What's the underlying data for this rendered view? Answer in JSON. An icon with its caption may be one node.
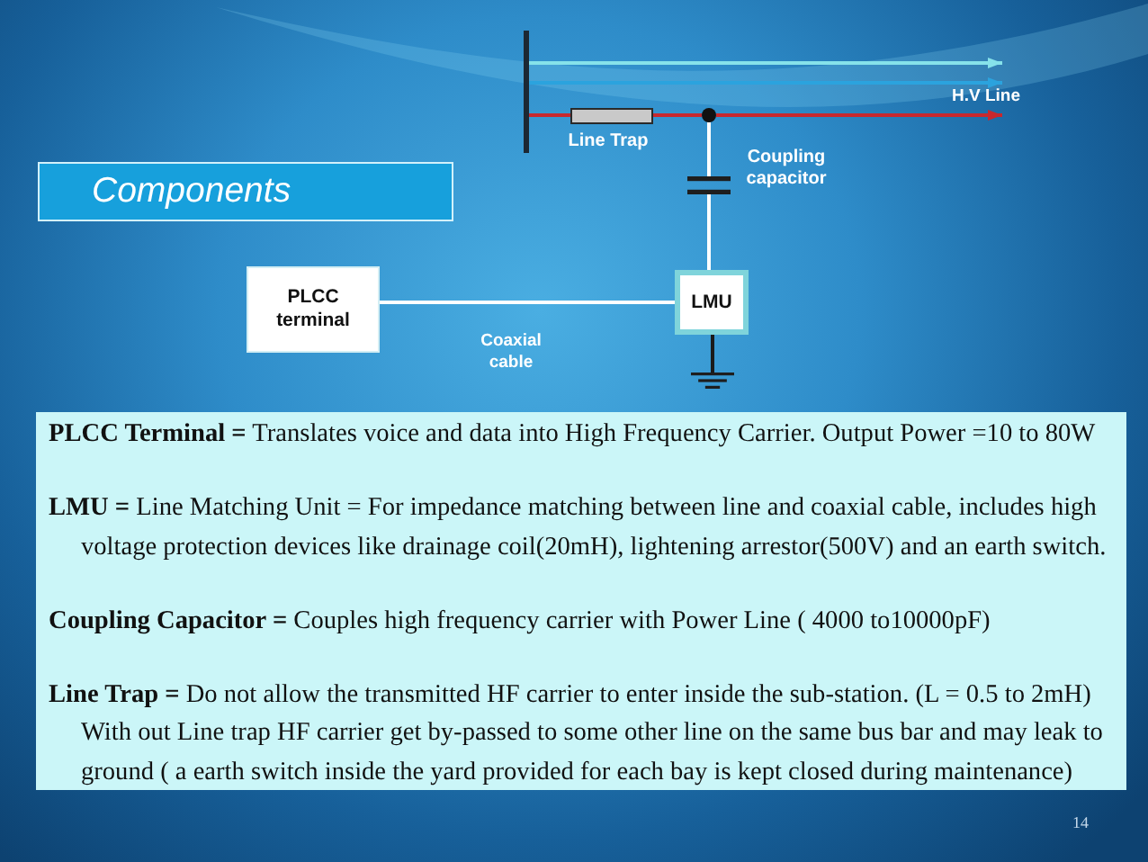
{
  "diagram": {
    "title": "Components",
    "nodes": [
      {
        "text": [],
        "shape": "bar"
      },
      {
        "text": [],
        "shape": "box",
        "beside": [
          "Line Trap"
        ]
      },
      {
        "text": [],
        "shape": "circle"
      },
      {
        "text": [],
        "shape": "picture",
        "beside": [
          "Coupling capacitor"
        ]
      },
      {
        "text": [
          "PLCC terminal"
        ]
      },
      {
        "text": [
          "LMU"
        ]
      },
      {
        "text": [],
        "shape": "picture"
      },
      {
        "text": [
          "**PLCC Terminal =** Translates voice and data into High Frequency Carrier. Output Power =10 to 80W",
          "**LMU =** Line Matching Unit = For impedance matching between line and coaxial cable, includes high voltage protection devices like drainage coil(20mH), lightening arrestor(500V) and an earth switch.",
          "**Coupling Capacitor =** Couples high frequency carrier with Power Line ( 4000 to10000pF)",
          "**Line Trap =** Do not allow the transmitted HF carrier to enter inside the sub-station. (L = 0.5 to 2mH) With out Line trap HF carrier get by-passed to some other line on the same bus bar and may leak to ground ( a earth switch inside the yard provided for each bay is kept closed during maintenance)"
        ]
      }
    ],
    "edges": [
      {
        "from": 0,
        "to": null,
        "arrow": "to",
        "color": "#86e2ea"
      },
      {
        "from": 0,
        "to": null,
        "arrow": "to",
        "color": "#2ba3de",
        "label": "H.V Line"
      },
      {
        "from": 0,
        "to": 1,
        "arrow": "none",
        "color": "#c8282e"
      },
      {
        "from": 1,
        "to": 2,
        "arrow": "none",
        "color": "#c8282e"
      },
      {
        "from": 2,
        "to": null,
        "arrow": "to",
        "color": "#c8282e"
      },
      {
        "from": 2,
        "to": 3,
        "arrow": "none",
        "color": "#ffffff"
      },
      {
        "from": 3,
        "to": 5,
        "arrow": "none",
        "color": "#ffffff"
      },
      {
        "from": 4,
        "to": 5,
        "arrow": "none",
        "color": "#ffffff",
        "label": "Coaxial cable"
      },
      {
        "from": 5,
        "to": 6,
        "arrow": "none",
        "color": "#1b1b1b"
      }
    ],
    "labels": [
      "14"
    ]
  }
}
